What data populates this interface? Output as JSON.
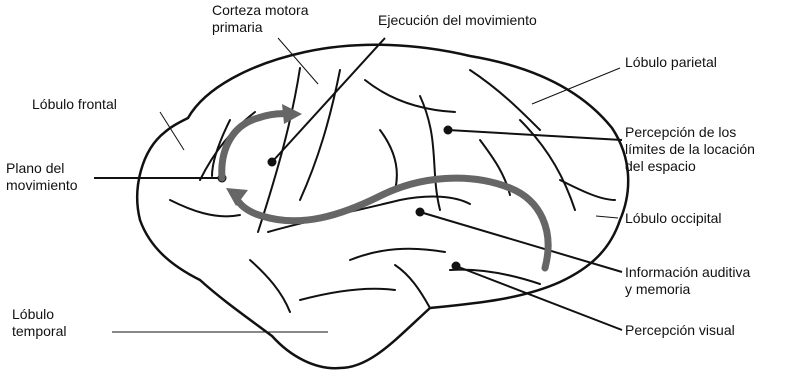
{
  "labels": {
    "corteza_motora": "Corteza motora\nprimaria",
    "ejecucion": "Ejecución del movimiento",
    "lobulo_frontal": "Lóbulo frontal",
    "plano_movimiento": "Plano del\nmovimiento",
    "lobulo_temporal": "Lóbulo\ntemporal",
    "lobulo_parietal": "Lóbulo parietal",
    "percepcion_limites": "Percepción de los\nlímites de la locación\ndel espacio",
    "lobulo_occipital": "Lóbulo occipital",
    "informacion_auditiva": "Información auditiva\ny memoria",
    "percepcion_visual": "Percepción visual"
  },
  "colors": {
    "outline": "#111111",
    "arrow": "#666666"
  }
}
